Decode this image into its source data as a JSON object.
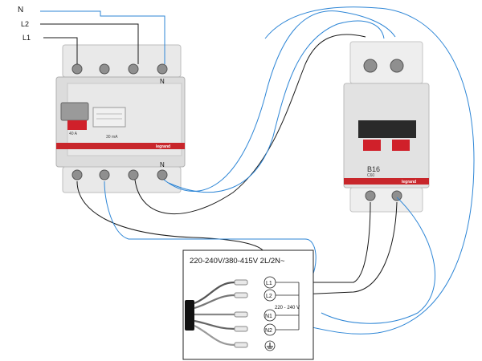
{
  "supply_labels": {
    "n": "N",
    "l2": "L2",
    "l1": "L1"
  },
  "rcd": {
    "top_neutral_mark": "N",
    "bottom_neutral_mark": "N",
    "rating": "40 A",
    "sensitivity": "30 mA",
    "brand": "legrand"
  },
  "mcb": {
    "rating": "B16",
    "model": "C60",
    "brand": "legrand"
  },
  "terminal_box": {
    "title": "220-240V/380-415V 2L/2N~",
    "voltage_label": "220 - 240 V",
    "terminals": [
      "L1",
      "L2",
      "N1",
      "N2"
    ],
    "earth_icon": "ground-icon"
  },
  "colors": {
    "wire_black": "#1a1a1a",
    "wire_blue": "#2e86d6",
    "device_body": "#e6e6e6",
    "toggle_red": "#d0202a",
    "test_button_grey": "#8a8a8a"
  }
}
